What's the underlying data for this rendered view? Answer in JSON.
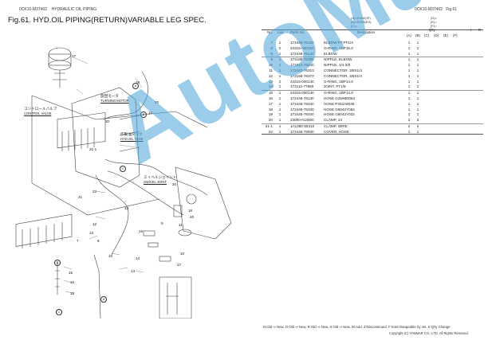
{
  "header": {
    "left_code": "0CK10-M37402",
    "left_section": "HYDRAULIC OIL PIPING",
    "right_code": "0CK10-M37402",
    "right_fig": "Fig.61",
    "title": "Fig.61.  HYD.OIL PIPING(RETURN)VARIABLE LEG SPEC."
  },
  "model_codes": {
    "a": "(A)=SV08(JP)",
    "b": "(B)=SV08(EX)",
    "c": "(C)=",
    "d": "(D)=",
    "e": "(E)=",
    "f": "(F)="
  },
  "table": {
    "headers": {
      "no": "No.",
      "lev": "Lev.",
      "part": "Parts No.",
      "desc": "Description",
      "qty": "Q'ty",
      "ir": "I",
      "r": "R",
      "cols": [
        "(A)",
        "(B)",
        "(C)",
        "(D)",
        "(E)",
        "(F)"
      ]
    },
    "rows": [
      {
        "no": "7",
        "lev": "1",
        "part": "172446-76120",
        "desc": "ELBOW PT,PF1/4",
        "a": "1",
        "b": "1"
      },
      {
        "no": "8",
        "lev": "2",
        "part": "24315-000160",
        "desc": "O-RING, 1BP16.0",
        "a": "1",
        "b": "1"
      },
      {
        "no": "8",
        "lev": "1",
        "part": "172446-76140",
        "desc": "ELBOW",
        "a": "1",
        "b": "1"
      },
      {
        "no": "9",
        "lev": "1",
        "part": "172185-76390",
        "desc": "NIPPLE, ELBOW",
        "a": "1",
        "b": "1"
      },
      {
        "no": "10",
        "lev": "1",
        "part": "172312-76240",
        "desc": "NIPPLE, 1/4-3/8",
        "a": "1",
        "b": "1"
      },
      {
        "no": "11",
        "lev": "1",
        "part": "172447-76310",
        "desc": "CONNECTOR, 3/8X1/4",
        "a": "1",
        "b": "1"
      },
      {
        "no": "12",
        "lev": "1",
        "part": "172166-76370",
        "desc": "CONNECTOR, 3/8X1/4",
        "a": "1",
        "b": "1"
      },
      {
        "no": "13",
        "lev": "2",
        "part": "24315-000140",
        "desc": "O-RING, 1BP14.0",
        "a": "1",
        "b": "1"
      },
      {
        "no": "14",
        "lev": "1",
        "part": "172112-77680",
        "desc": "JOINT, PT1/8",
        "a": "1",
        "b": "1"
      },
      {
        "no": "15",
        "lev": "1",
        "part": "24315-000140",
        "desc": "O-RING, 1BP14.0",
        "a": "1",
        "b": "1"
      },
      {
        "no": "16",
        "lev": "1",
        "part": "172446-76130",
        "desc": "HOSE G2596D063",
        "a": "1",
        "b": "1"
      },
      {
        "no": "17",
        "lev": "1",
        "part": "172446-78340",
        "desc": "HOSE P202A8048",
        "a": "1",
        "b": "1"
      },
      {
        "no": "18",
        "lev": "1",
        "part": "172446-76330",
        "desc": "HOSE G8042Y064",
        "a": "1",
        "b": "1"
      },
      {
        "no": "19",
        "lev": "1",
        "part": "172446-78340",
        "desc": "HOSE G8042Y032",
        "a": "1",
        "b": "1"
      },
      {
        "no": "20",
        "lev": "1",
        "part": "23000-013000",
        "desc": "CLAMP, 13",
        "a": "3",
        "b": "3"
      },
      {
        "no": "21-1",
        "lev": "1",
        "part": "1A1380-55310",
        "desc": "CLAMP, WIRE",
        "a": "2",
        "b": "2"
      },
      {
        "no": "22",
        "lev": "1",
        "part": "172446-78930",
        "desc": "COVER, HOSE",
        "a": "1",
        "b": "1"
      }
    ]
  },
  "diagram": {
    "labels": {
      "control_valve_jp": "コントロールバルブ",
      "control_valve_en": "CONTROL VALVE",
      "turning_motor_jp": "旋回モータ",
      "turning_motor_en": "TURNING MOTOR",
      "oil_tank_jp": "作動油タンク",
      "oil_tank_en": "HYD.OIL TANK",
      "swivel_jp": "スイベルジョイント",
      "swivel_en": "SWIVEL JOINT"
    },
    "callouts": [
      "17",
      "19",
      "20",
      "18",
      "20",
      "21-1",
      "22",
      "21",
      "20",
      "18",
      "16",
      "12",
      "20",
      "9",
      "11",
      "10",
      "8",
      "7",
      "13",
      "14",
      "15",
      "17",
      "10",
      "14",
      "16",
      "18",
      "13"
    ],
    "markers": [
      "A",
      "A",
      "B",
      "B",
      "C",
      "C"
    ]
  },
  "watermark": "AutoManual",
  "footer": {
    "legend": "N:Old ⇒ New, O:Old ⇒ New, R:Old ⇒ New, S:Old ⇒ New, W:Add, Z:Discontinued, F:Interchangeable by set, K:Q'ty Change",
    "copyright": "Copyright (C)  YANMAR CO., LTD. All Rights Reserved."
  },
  "colors": {
    "watermark": "#4aa3d8",
    "text": "#222222",
    "line": "#444444"
  }
}
